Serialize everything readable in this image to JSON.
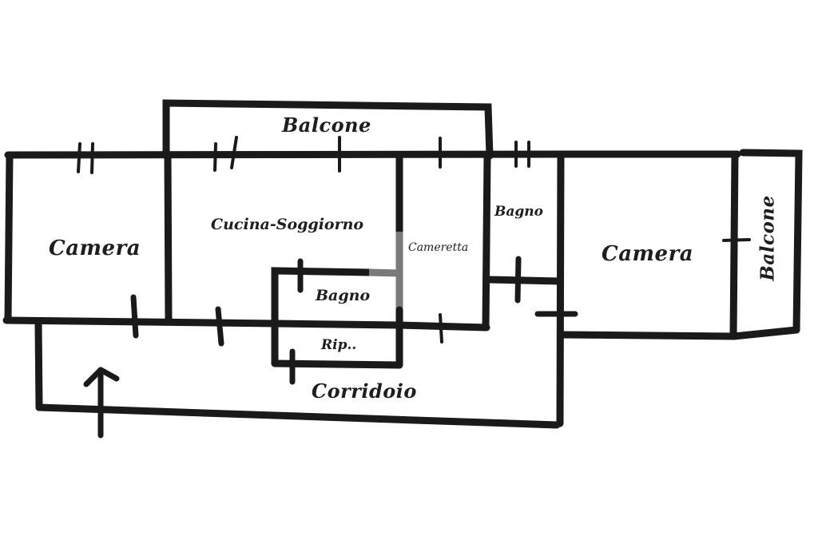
{
  "floor_plan": {
    "rooms": [
      {
        "id": "balcone_top",
        "label": "Balcone"
      },
      {
        "id": "camera_left",
        "label": "Camera"
      },
      {
        "id": "cucina_soggiorno",
        "label": "Cucina-Soggiorno"
      },
      {
        "id": "cameretta",
        "label": "Cameretta"
      },
      {
        "id": "bagno_center",
        "label": "Bagno"
      },
      {
        "id": "ripostiglio",
        "label": "Rip.."
      },
      {
        "id": "bagno_right",
        "label": "Bagno"
      },
      {
        "id": "camera_right",
        "label": "Camera"
      },
      {
        "id": "balcone_right",
        "label": "Balcone"
      },
      {
        "id": "corridoio",
        "label": "Corridoio"
      }
    ],
    "entrance": {
      "icon": "entrance-arrow-icon"
    },
    "colors": {
      "wall": "#1a1a1a",
      "partial_wall": "#7a7a7a",
      "background": "#ffffff"
    }
  }
}
